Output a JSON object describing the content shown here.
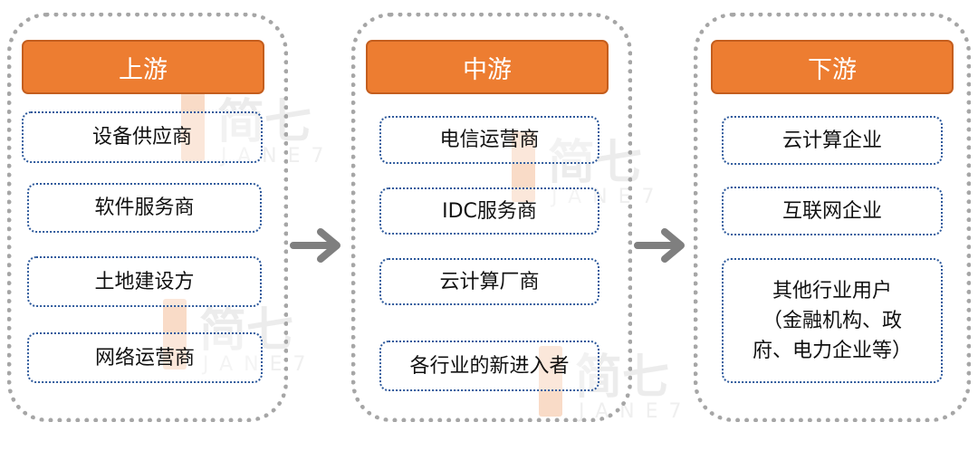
{
  "watermark": {
    "text": "简七",
    "sub": "JANE7"
  },
  "upstream": {
    "title": "上游",
    "items": [
      "设备供应商",
      "软件服务商",
      "土地建设方",
      "网络运营商"
    ]
  },
  "midstream": {
    "title": "中游",
    "items": [
      "电信运营商",
      "IDC服务商",
      "云计算厂商",
      "各行业的新进入者"
    ]
  },
  "downstream": {
    "title": "下游",
    "items": [
      "云计算企业",
      "互联网企业",
      "其他行业用户",
      "（金融机构、政",
      "府、电力企业等）"
    ]
  },
  "colors": {
    "header_fill": "#ed7d31",
    "column_border": "#a6a6a6",
    "item_border": "#2e5a9c",
    "arrow": "#7f7f7f"
  }
}
